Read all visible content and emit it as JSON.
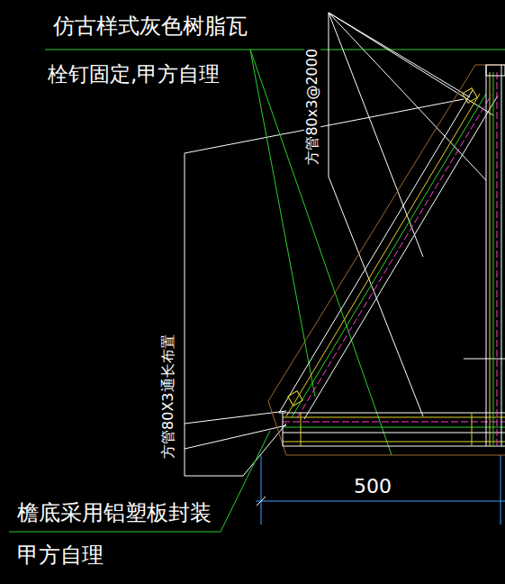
{
  "diagram": {
    "labels": [
      "仿古样式灰色树脂瓦",
      "栓钉固定,甲方自理",
      "方管80x3@2000",
      "方管80X3通长布置",
      "500",
      "檐底采用铝塑板封装",
      "甲方自理"
    ]
  }
}
